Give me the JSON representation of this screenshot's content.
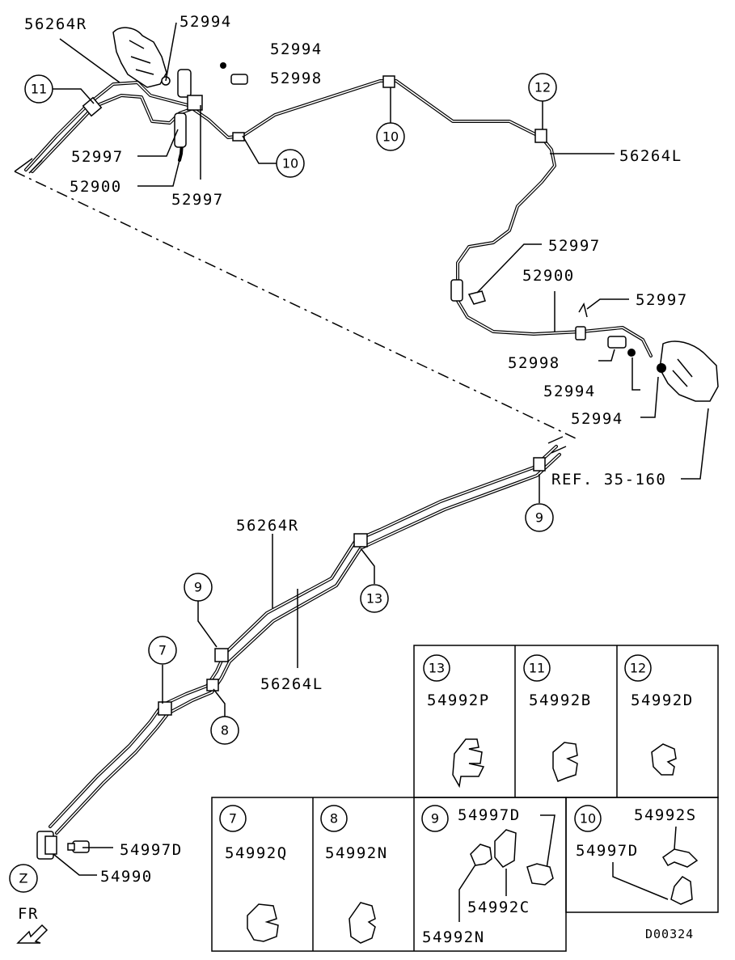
{
  "labels": {
    "top_56264R": "56264R",
    "top_52994_a": "52994",
    "top_52994_b": "52994",
    "top_52998": "52998",
    "top_52997_a": "52997",
    "top_52900": "52900",
    "top_52997_b": "52997",
    "right_56264L": "56264L",
    "right_52997_a": "52997",
    "right_52900": "52900",
    "right_52997_b": "52997",
    "right_52998": "52998",
    "right_52994_a": "52994",
    "right_52994_b": "52994",
    "ref": "REF. 35-160",
    "mid_56264R": "56264R",
    "mid_56264L": "56264L",
    "front_54997D": "54997D",
    "front_54990": "54990",
    "fr": "FR",
    "zone_z": "Z",
    "diagram_code": "D00324"
  },
  "callouts": {
    "c11": "11",
    "c12": "12",
    "c10_a": "10",
    "c10_b": "10",
    "c9_a": "9",
    "c13": "13",
    "c9_b": "9",
    "c7": "7",
    "c8": "8"
  },
  "clip_table": [
    {
      "num": "13",
      "part": "54992P"
    },
    {
      "num": "11",
      "part": "54992B"
    },
    {
      "num": "12",
      "part": "54992D"
    },
    {
      "num": "7",
      "part": "54992Q"
    },
    {
      "num": "8",
      "part": "54992N"
    },
    {
      "num": "9",
      "parts": [
        "54997D",
        "54992C",
        "54992N"
      ]
    },
    {
      "num": "10",
      "parts": [
        "54992S",
        "54997D"
      ]
    }
  ]
}
